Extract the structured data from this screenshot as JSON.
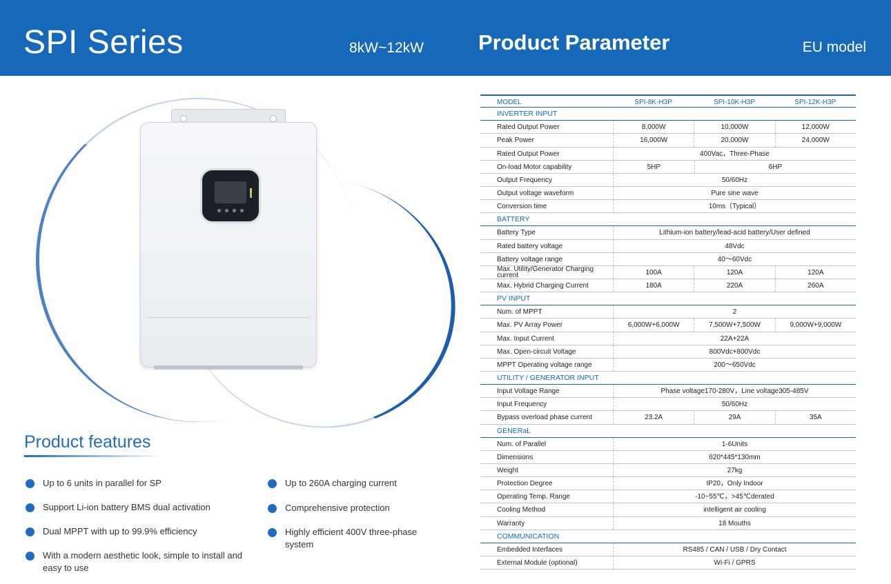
{
  "header": {
    "title": "SPI Series",
    "power_range": "8kW~12kW",
    "section_title": "Product Parameter",
    "model_region": "EU model"
  },
  "features": {
    "title": "Product features",
    "left": [
      "Up to 6 units in parallel for SP",
      "Support Li-ion battery BMS dual activation",
      "Dual MPPT with up to 99.9% efficiency",
      "With a modern aesthetic look, simple to install and easy to use"
    ],
    "right": [
      "Up to 260A charging current",
      "Comprehensive protection",
      "Highly efficient 400V three-phase system"
    ]
  },
  "table": {
    "header": {
      "label": "MODEL",
      "cols": [
        "SPI-8K-H3P",
        "SPI-10K-H3P",
        "SPI-12K-H3P"
      ]
    },
    "rows": [
      {
        "section": "INVERTER INPUT"
      },
      {
        "label": "Rated Output Power",
        "cells": [
          [
            "8,000W",
            1
          ],
          [
            "10,000W",
            1
          ],
          [
            "12,000W",
            1
          ]
        ]
      },
      {
        "label": "Peak Power",
        "cells": [
          [
            "16,000W",
            1
          ],
          [
            "20,000W",
            1
          ],
          [
            "24,000W",
            1
          ]
        ]
      },
      {
        "label": "Rated Output Power",
        "cells": [
          [
            "400Vac，Three-Phase",
            3
          ]
        ]
      },
      {
        "label": "On-load Motor capability",
        "cells": [
          [
            "5HP",
            1
          ],
          [
            "6HP",
            2
          ]
        ]
      },
      {
        "label": "Output Frequency",
        "cells": [
          [
            "50/60Hz",
            3
          ]
        ]
      },
      {
        "label": "Output voltage waveform",
        "cells": [
          [
            "Pure sine wave",
            3
          ]
        ]
      },
      {
        "label": "Conversion time",
        "cells": [
          [
            "10ms（Typical）",
            3
          ]
        ]
      },
      {
        "section": "BATTERY"
      },
      {
        "label": "Battery Type",
        "cells": [
          [
            "Lithium-ion battery/lead-acid battery/User defined",
            3
          ]
        ]
      },
      {
        "label": "Rated battery voltage",
        "cells": [
          [
            "48Vdc",
            3
          ]
        ]
      },
      {
        "label": "Battery voltage range",
        "cells": [
          [
            "40～60Vdc",
            3
          ]
        ]
      },
      {
        "label": "Max. Utility/Generator Charging current",
        "small": true,
        "cells": [
          [
            "100A",
            1
          ],
          [
            "120A",
            1
          ],
          [
            "120A",
            1
          ]
        ]
      },
      {
        "label": "Max. Hybrid Charging Current",
        "cells": [
          [
            "180A",
            1
          ],
          [
            "220A",
            1
          ],
          [
            "260A",
            1
          ]
        ]
      },
      {
        "section": "PV INPUT"
      },
      {
        "label": "Num. of MPPT",
        "cells": [
          [
            "2",
            3
          ]
        ]
      },
      {
        "label": "Max. PV Array Power",
        "cells": [
          [
            "6,000W+6,000W",
            1
          ],
          [
            "7,500W+7,500W",
            1
          ],
          [
            "9,000W+9,000W",
            1
          ]
        ]
      },
      {
        "label": "Max. Input Current",
        "cells": [
          [
            "22A+22A",
            3
          ]
        ]
      },
      {
        "label": "Max. Open-circuit Voltage",
        "cells": [
          [
            "800Vdc+800Vdc",
            3
          ]
        ]
      },
      {
        "label": "MPPT Operating voltage range",
        "cells": [
          [
            "200～650Vdc",
            3
          ]
        ]
      },
      {
        "section": "UTILITY / GENERATOR INPUT"
      },
      {
        "label": "Input Voltage Range",
        "cells": [
          [
            "Phase voltage170-280V，Line voltage305-485V",
            3
          ]
        ]
      },
      {
        "label": "Input Frequency",
        "cells": [
          [
            "50/60Hz",
            3
          ]
        ]
      },
      {
        "label": "Bypass overload phase current",
        "cells": [
          [
            "23.2A",
            1
          ],
          [
            "29A",
            1
          ],
          [
            "35A",
            1
          ]
        ]
      },
      {
        "section": "GENERaL"
      },
      {
        "label": "Num. of Parallel",
        "cells": [
          [
            "1-6Units",
            3
          ]
        ]
      },
      {
        "label": "Dimensions",
        "cells": [
          [
            "620*445*130mm",
            3
          ]
        ]
      },
      {
        "label": "Weight",
        "cells": [
          [
            "27kg",
            3
          ]
        ]
      },
      {
        "label": "Protection Degree",
        "cells": [
          [
            "IP20，Only Indoor",
            3
          ]
        ]
      },
      {
        "label": "Operating Temp. Range",
        "cells": [
          [
            "-10~55℃，>45℃derated",
            3
          ]
        ]
      },
      {
        "label": "Cooling Method",
        "cells": [
          [
            "intelligent air cooling",
            3
          ]
        ]
      },
      {
        "label": "Warranty",
        "cells": [
          [
            "18 Mouths",
            3
          ]
        ]
      },
      {
        "section": "COMMUNICATION"
      },
      {
        "label": "Embedded Interfaces",
        "cells": [
          [
            "RS485 / CAN / USB / Dry Contact",
            3
          ]
        ]
      },
      {
        "label": "External Module (optional)",
        "cells": [
          [
            "Wi-Fi / GPRS",
            3
          ]
        ]
      }
    ]
  },
  "colors": {
    "brand_blue": "#1668b8",
    "accent_blue": "#1f6cc0"
  }
}
